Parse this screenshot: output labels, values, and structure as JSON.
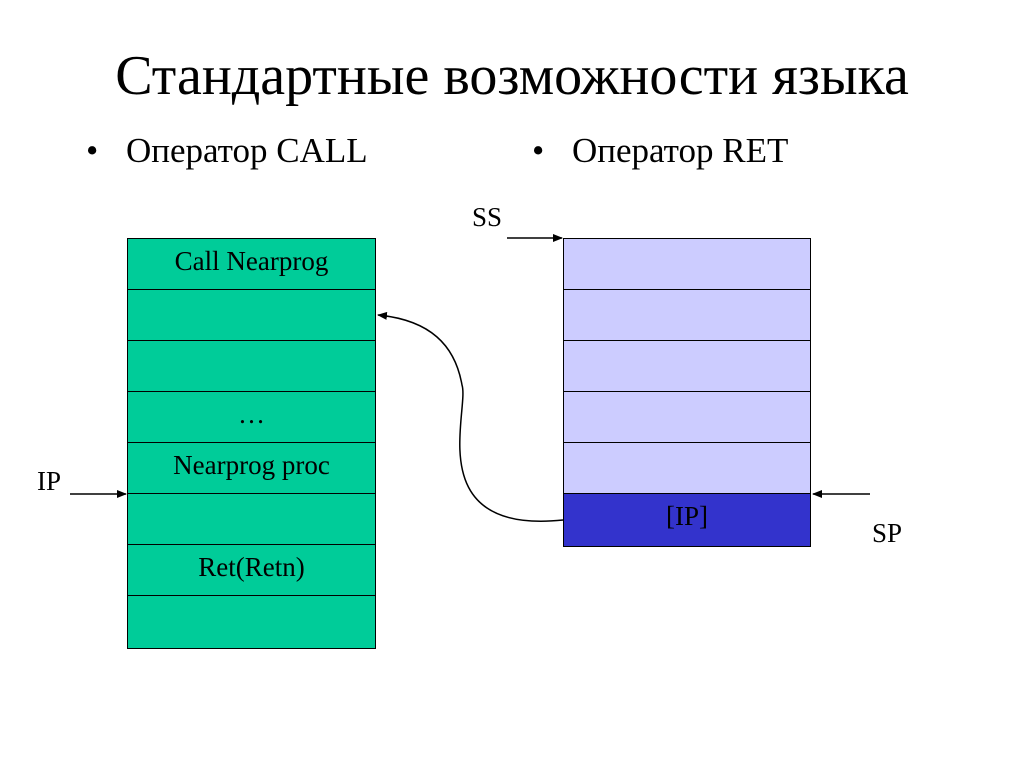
{
  "title": "Стандартные возможности языка",
  "bullets": {
    "left": {
      "marker": "•",
      "text": "Оператор CALL"
    },
    "right": {
      "marker": "•",
      "text": "Оператор RET"
    }
  },
  "code_column": {
    "cells": [
      "Call Nearprog",
      "",
      "",
      "…",
      "Nearprog proc",
      "",
      "Ret(Retn)",
      ""
    ]
  },
  "stack_column": {
    "cells": [
      "",
      "",
      "",
      "",
      "",
      "[IP]"
    ],
    "active_index": 5
  },
  "pointers": {
    "ip": "IP",
    "ss": "SS",
    "sp": "SP"
  },
  "colors": {
    "code_fill": "#00cc99",
    "stack_fill": "#ccccff",
    "stack_active_fill": "#3333cc",
    "line": "#000000"
  }
}
